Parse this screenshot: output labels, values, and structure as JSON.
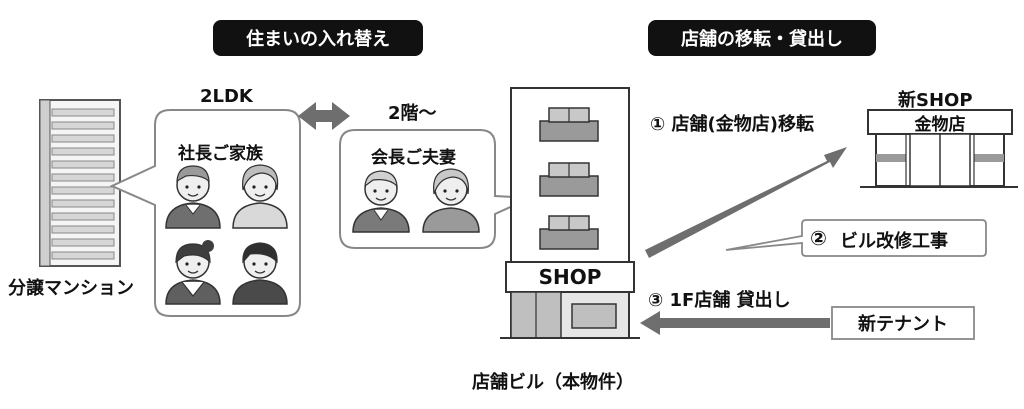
{
  "sections": {
    "housing_swap": "住まいの入れ替え",
    "shop_relocation": "店舗の移転・貸出し"
  },
  "left": {
    "condo_label": "分譲マンション",
    "unit_type": "2LDK",
    "family_label": "社長ご家族",
    "floor_label": "2階～",
    "couple_label": "会長ご夫妻"
  },
  "center": {
    "shop_sign": "SHOP",
    "building_caption": "店舗ビル（本物件）"
  },
  "right": {
    "new_shop_title": "新SHOP",
    "new_shop_sign": "金物店",
    "step1": "① 店舗(金物店)移転",
    "step2_num": "②",
    "step2": "ビル改修工事",
    "step3": "③ 1F店舗 貸出し",
    "new_tenant": "新テナント"
  },
  "colors": {
    "pill_bg": "#111111",
    "arrow_gray": "#6e6e6e",
    "bubble_border": "#888888",
    "building_gray": "#bfbfbf"
  }
}
